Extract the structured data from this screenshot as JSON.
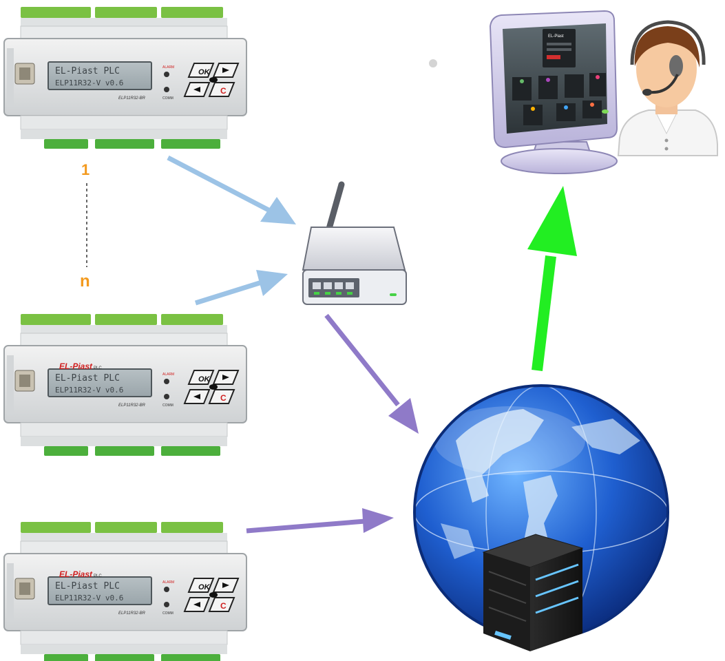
{
  "labels": {
    "first": "1",
    "last": "n"
  },
  "plc": {
    "brand": "EL-Piast",
    "brand_suffix": "PLC",
    "lcd_line1": "EL-Piast PLC",
    "lcd_line2": "ELP11R32-V v0.6",
    "model": "ELP11R32-BR",
    "alarm_label": "ALARM",
    "comm_label": "COMM",
    "key_ok": "OK",
    "key_cancel": "C"
  },
  "screen": {
    "logo": "EL-Piast"
  },
  "colors": {
    "plc_to_router_arrow": "#9cc3e6",
    "to_cloud_arrow": "#8f7ac8",
    "cloud_to_user_arrow": "#22ee22",
    "label_orange": "#f39a1e"
  },
  "icons": [
    "plc-device",
    "wireless-router",
    "globe",
    "server",
    "monitor",
    "operator-headset"
  ]
}
